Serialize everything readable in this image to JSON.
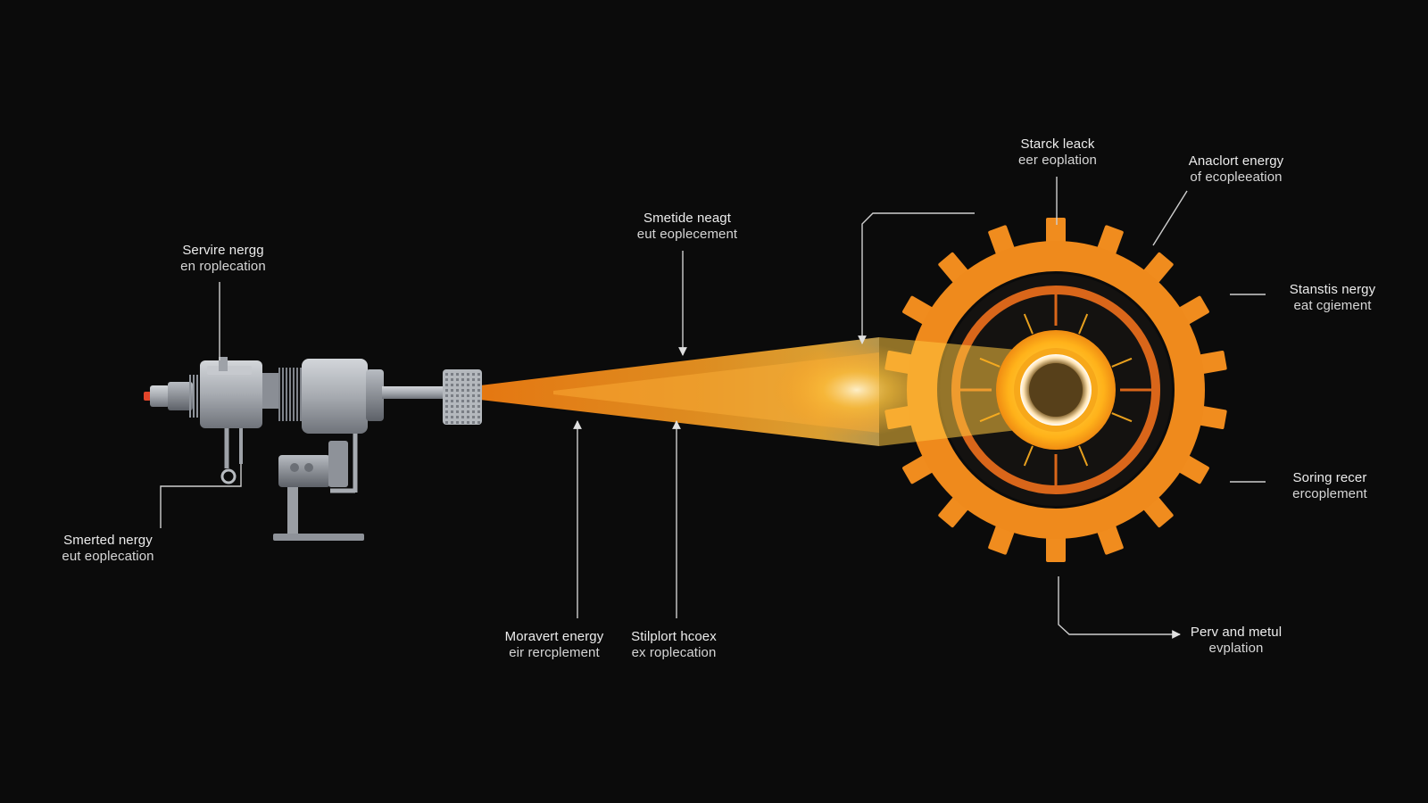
{
  "colors": {
    "background": "#0b0b0b",
    "gear_orange": "#f08c1e",
    "gear_dark_orange": "#d9661a",
    "core_yellow": "#ffc21a",
    "beam_orange": "#f5901c",
    "machine_gray": "#a9adb3",
    "leader_line": "#d0d0d0",
    "text": "#ececec"
  },
  "icons": {
    "machine": "energy-emitter-machine-icon",
    "gear": "orange-gear-reactor-icon",
    "core": "glowing-core-icon",
    "beam": "energy-beam-icon"
  },
  "labels": {
    "machine_top": {
      "line1": "Servire nergg",
      "line2": "en roplecation"
    },
    "machine_bottom": {
      "line1": "Smerted nergy",
      "line2": "eut eoplecation"
    },
    "beam_top": {
      "line1": "Smetide neagt",
      "line2": "eut eoplecement"
    },
    "beam_bottom_left": {
      "line1": "Moravert energy",
      "line2": "eir rercplement"
    },
    "beam_bottom_right": {
      "line1": "Stilplort hcoex",
      "line2": "ex roplecation"
    },
    "gear_top": {
      "line1": "Starck leack",
      "line2": "eer eoplation"
    },
    "gear_top_right": {
      "line1": "Anaclort energy",
      "line2": "of ecopleeation"
    },
    "gear_right_upper": {
      "line1": "Stanstis nergy",
      "line2": "eat cgiement"
    },
    "gear_right_lower": {
      "line1": "Soring recer",
      "line2": "ercoplement"
    },
    "gear_bottom": {
      "line1": "Perv and metul",
      "line2": "evplation"
    }
  }
}
